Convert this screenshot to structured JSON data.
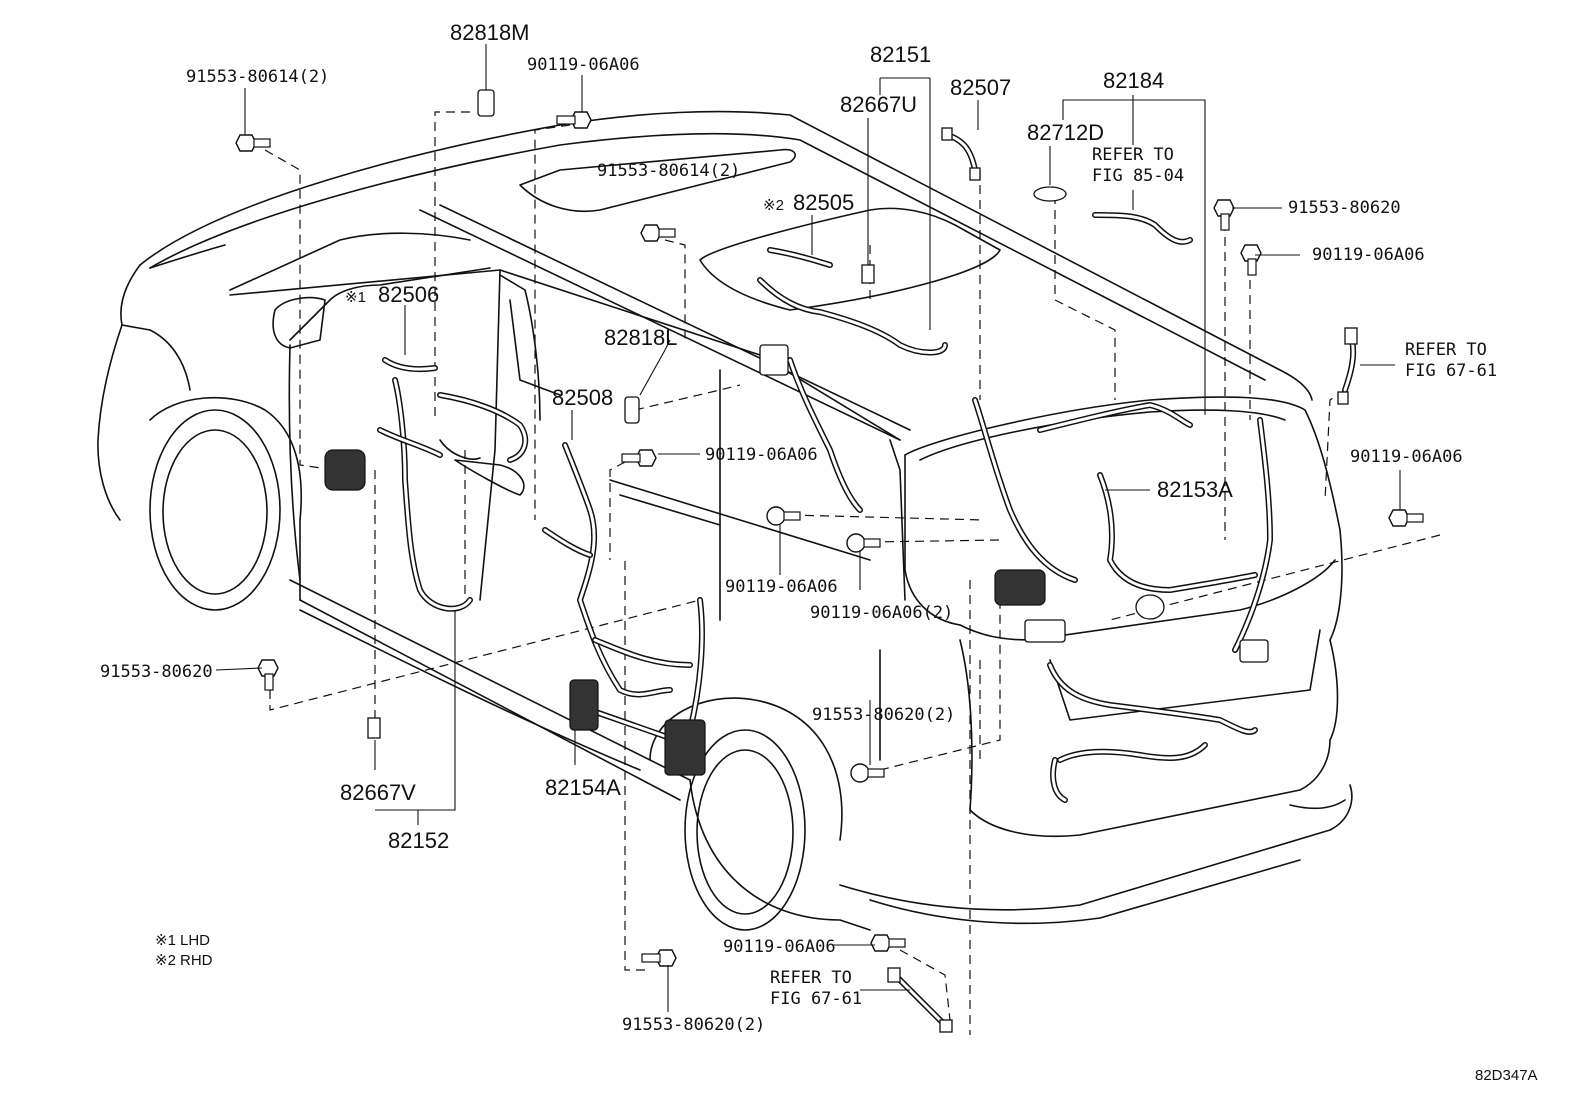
{
  "diagram_code": "82D347A",
  "notes": [
    {
      "mark": "※1",
      "text": "LHD"
    },
    {
      "mark": "※2",
      "text": "RHD"
    }
  ],
  "labels": {
    "p82818M": "82818M",
    "p90119_top": "90119-06A06",
    "p91553_80614_topleft": "91553-80614(2)",
    "p82151": "82151",
    "p82667U": "82667U",
    "p82507": "82507",
    "p82184": "82184",
    "p82712D": "82712D",
    "refer_85_04_a": "REFER TO",
    "refer_85_04_b": "FIG 85-04",
    "p91553_80614_roof": "91553-80614(2)",
    "p82505_mark": "※2",
    "p82505": "82505",
    "p91553_80620_right": "91553-80620",
    "p90119_right_upper": "90119-06A06",
    "refer_67_61_right_a": "REFER TO",
    "refer_67_61_right_b": "FIG 67-61",
    "p82506_mark": "※1",
    "p82506": "82506",
    "p82818L": "82818L",
    "p82508": "82508",
    "p90119_mid": "90119-06A06",
    "p82153A": "82153A",
    "p90119_right_lower": "90119-06A06",
    "p90119_center": "90119-06A06",
    "p90119_center2": "90119-06A06(2)",
    "p91553_80620_left": "91553-80620",
    "p91553_80620_2_center": "91553-80620(2)",
    "p82667V": "82667V",
    "p82154A": "82154A",
    "p82152": "82152",
    "p90119_bottom": "90119-06A06",
    "refer_67_61_bottom_a": "REFER TO",
    "refer_67_61_bottom_b": "FIG 67-61",
    "p91553_80620_2_bottom": "91553-80620(2)"
  }
}
